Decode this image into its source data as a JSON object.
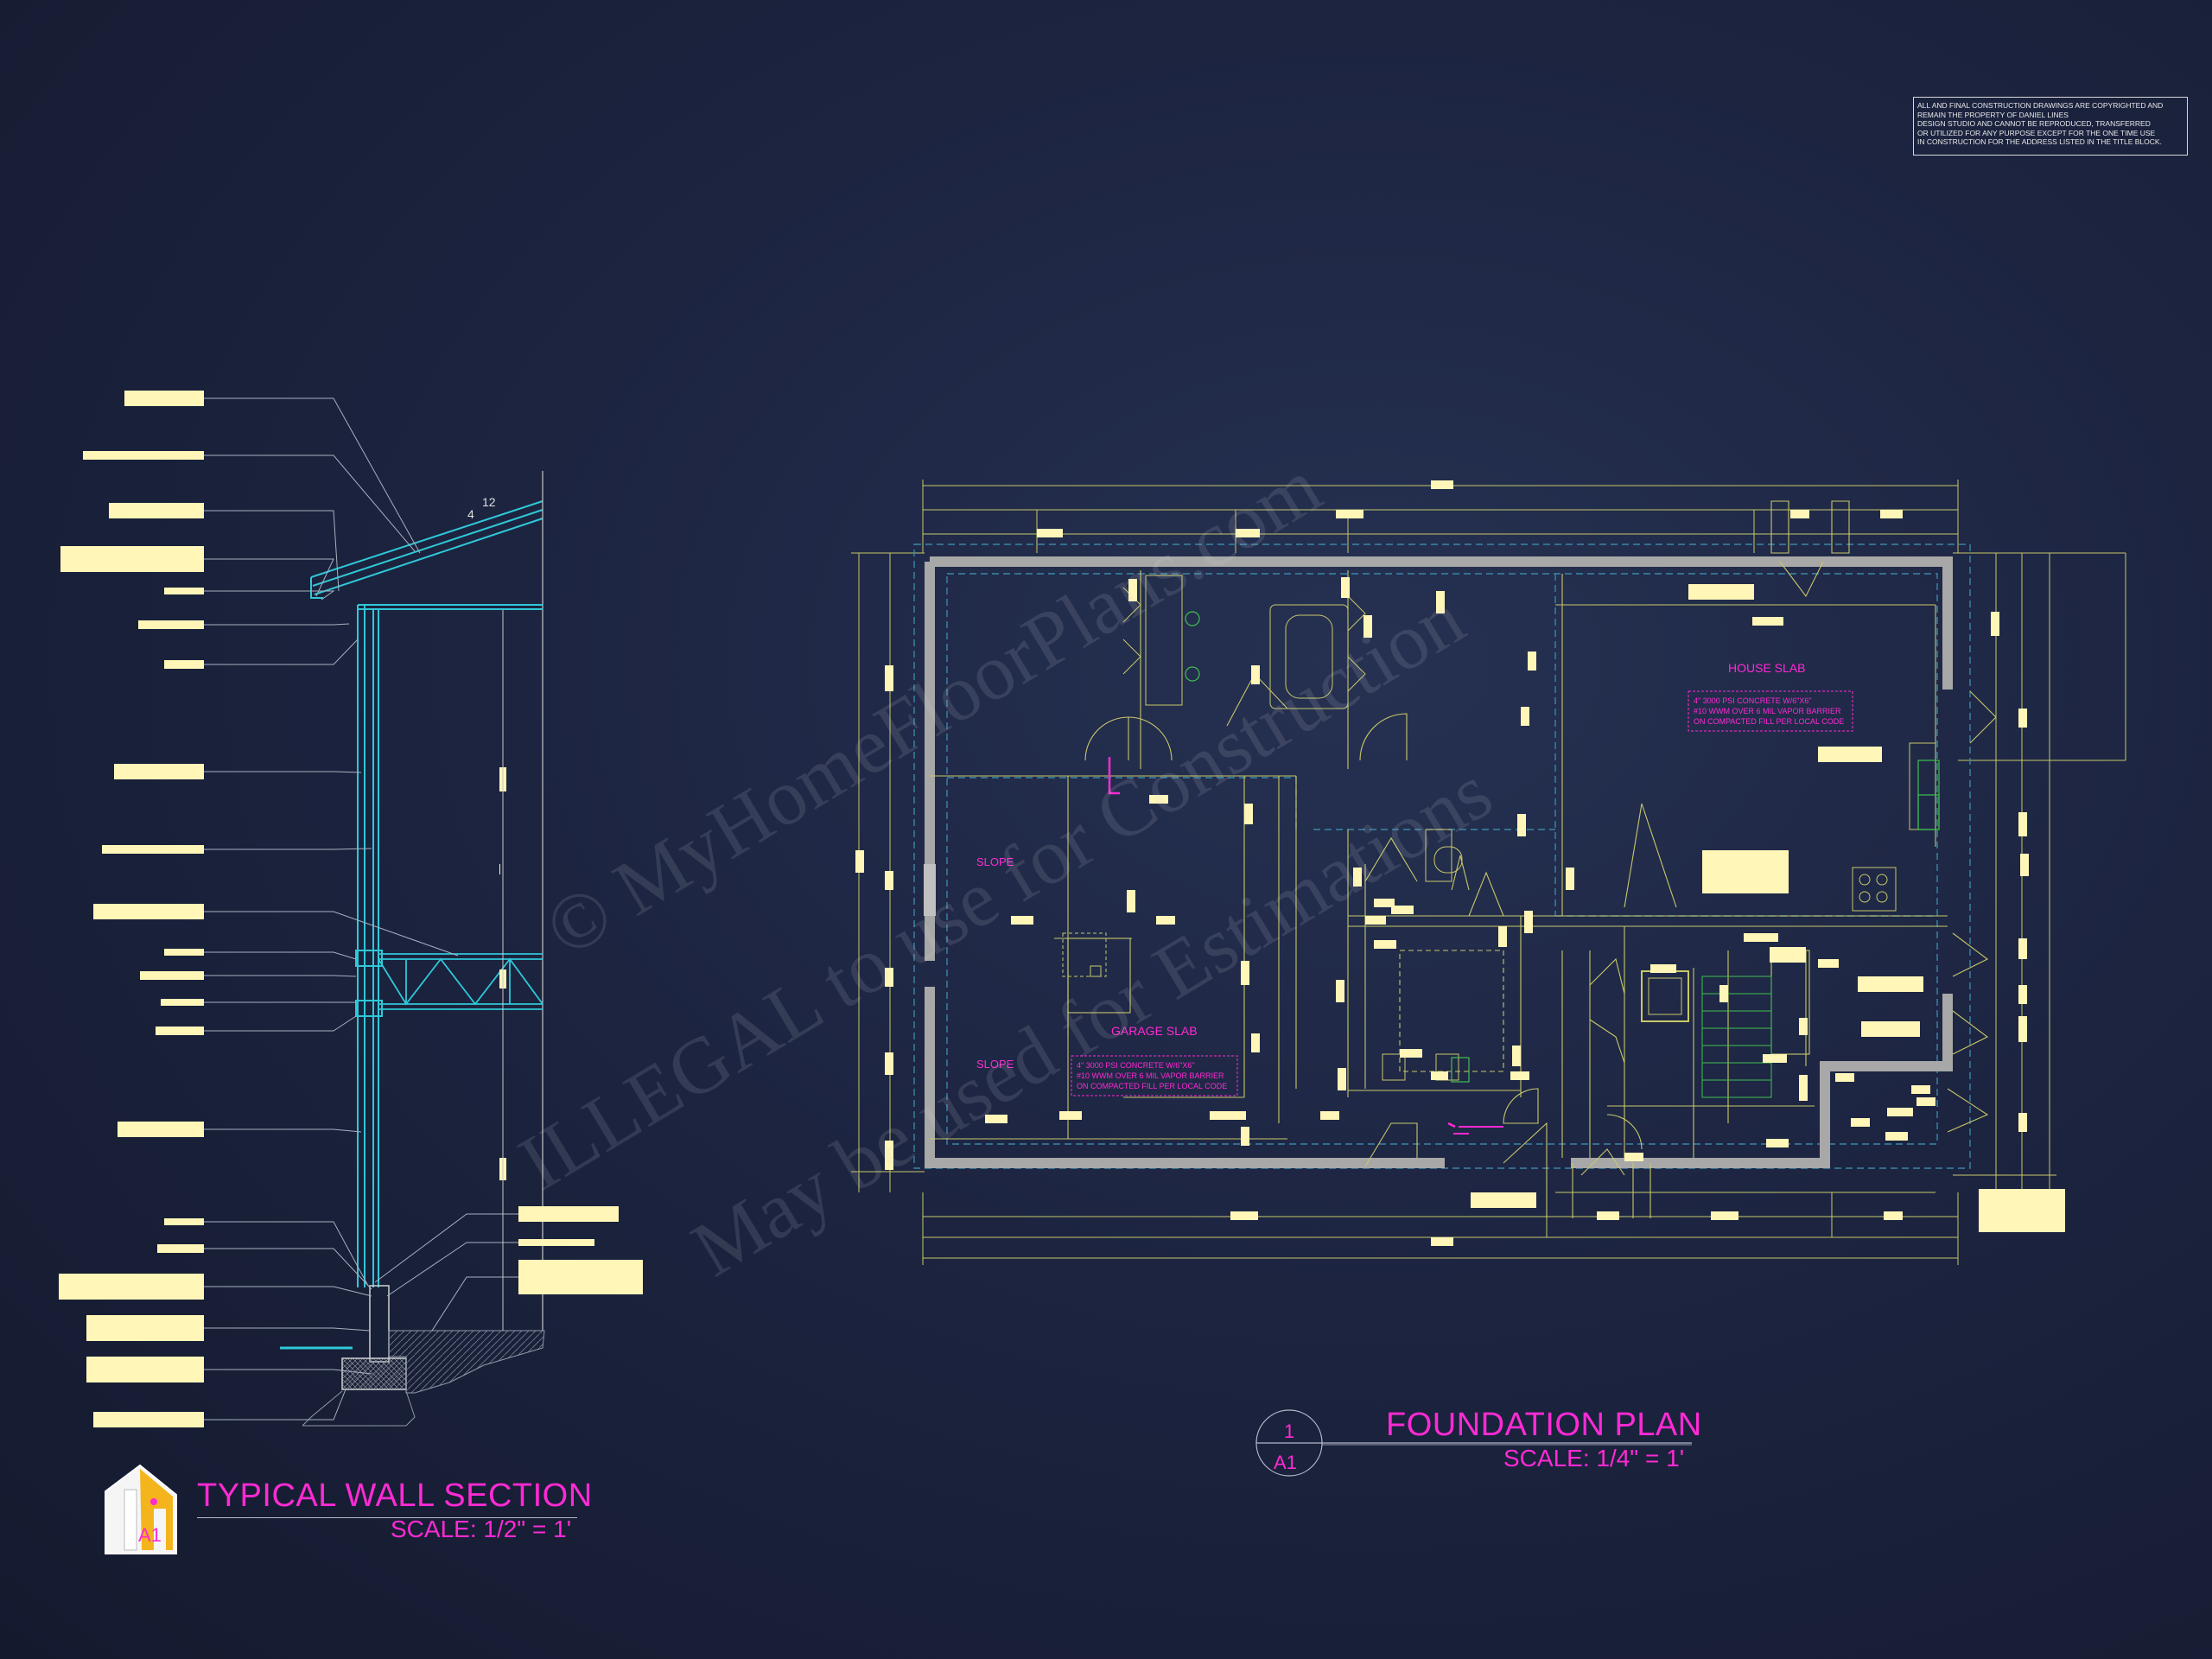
{
  "copyright_block": {
    "lines": [
      "ALL AND FINAL CONSTRUCTION DRAWINGS ARE COPYRIGHTED AND",
      "REMAIN THE PROPERTY OF DANIEL LINES",
      "DESIGN STUDIO AND CANNOT BE REPRODUCED, TRANSFERRED",
      "OR UTILIZED FOR ANY PURPOSE EXCEPT FOR THE ONE TIME USE",
      "IN CONSTRUCTION FOR THE ADDRESS LISTED IN THE TITLE BLOCK."
    ]
  },
  "watermark": {
    "line1": "© MyHomeFloorPlans.com",
    "line2": "ILLEGAL to use for Construction",
    "line3": "May be used for Estimations"
  },
  "wall_section": {
    "title": "TYPICAL WALL SECTION",
    "scale": "SCALE:  1/2\" = 1'",
    "roof_pitch_rise": "12",
    "roof_pitch_run": "4",
    "detail_ref": "A1"
  },
  "foundation_plan": {
    "title": "FOUNDATION PLAN",
    "scale": "SCALE:  1/4\" = 1'",
    "detail_number": "1",
    "detail_sheet": "A1",
    "house_slab_label": "HOUSE SLAB",
    "house_slab_note": [
      "4\" 3000 PSI CONCRETE W/6\"X6\"",
      "#10 WWM OVER 6 MIL VAPOR BARRIER",
      "ON COMPACTED FILL PER LOCAL CODE"
    ],
    "garage_slab_label": "GARAGE SLAB",
    "garage_slab_note": [
      "4\" 3000 PSI CONCRETE W/6\"X6\"",
      "#10 WWM OVER 6 MIL VAPOR BARRIER",
      "ON COMPACTED FILL PER LOCAL CODE"
    ],
    "slope_label_1": "SLOPE",
    "slope_label_2": "SLOPE"
  },
  "colors": {
    "magenta": "#ff2ad4",
    "dimension_yellow": "#c8c86a",
    "label_cream": "#fff6b8",
    "wall_gray": "#a8a8a8",
    "cyan": "#2fc8d8",
    "green": "#40c050",
    "dashed_blue": "#3a86a8"
  }
}
